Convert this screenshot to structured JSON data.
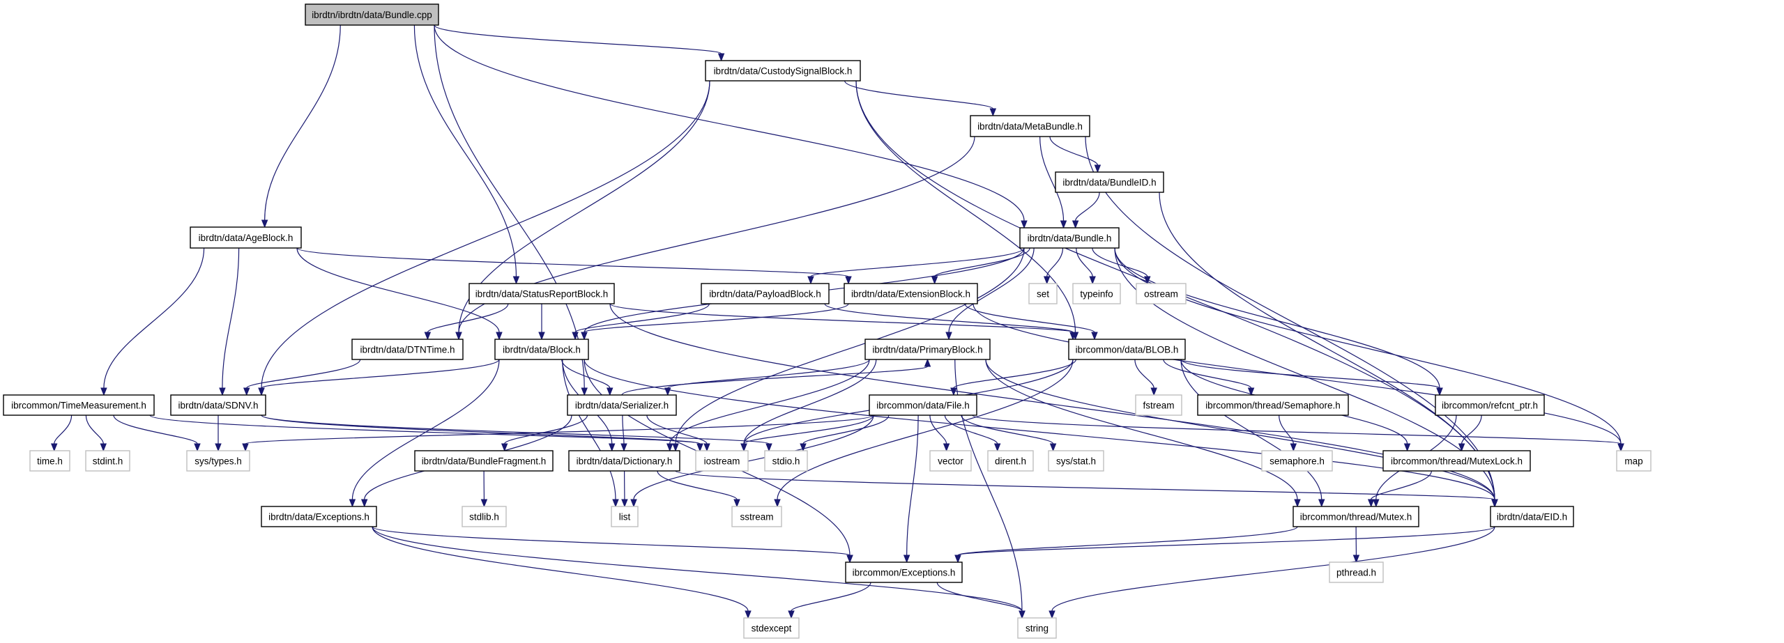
{
  "title": "ibrdtn/ibrdtn/data/Bundle.cpp include dependency graph",
  "colors": {
    "edge": "#191970",
    "root_fill": "#bfbfbf",
    "node_border": "#000000",
    "system_border": "#bfbfbf"
  },
  "nodes": [
    {
      "id": "root",
      "label": "ibrdtn/ibrdtn/data/Bundle.cpp",
      "kind": "root"
    },
    {
      "id": "custody",
      "label": "ibrdtn/data/CustodySignalBlock.h",
      "kind": "local"
    },
    {
      "id": "metabundle",
      "label": "ibrdtn/data/MetaBundle.h",
      "kind": "local"
    },
    {
      "id": "bundleid",
      "label": "ibrdtn/data/BundleID.h",
      "kind": "local"
    },
    {
      "id": "bundle",
      "label": "ibrdtn/data/Bundle.h",
      "kind": "local"
    },
    {
      "id": "ageblock",
      "label": "ibrdtn/data/AgeBlock.h",
      "kind": "local"
    },
    {
      "id": "statusreport",
      "label": "ibrdtn/data/StatusReportBlock.h",
      "kind": "local"
    },
    {
      "id": "payload",
      "label": "ibrdtn/data/PayloadBlock.h",
      "kind": "local"
    },
    {
      "id": "extension",
      "label": "ibrdtn/data/ExtensionBlock.h",
      "kind": "local"
    },
    {
      "id": "set",
      "label": "set",
      "kind": "system"
    },
    {
      "id": "typeinfo",
      "label": "typeinfo",
      "kind": "system"
    },
    {
      "id": "ostream",
      "label": "ostream",
      "kind": "system"
    },
    {
      "id": "dtntime",
      "label": "ibrdtn/data/DTNTime.h",
      "kind": "local"
    },
    {
      "id": "block",
      "label": "ibrdtn/data/Block.h",
      "kind": "local"
    },
    {
      "id": "primary",
      "label": "ibrdtn/data/PrimaryBlock.h",
      "kind": "local"
    },
    {
      "id": "blob",
      "label": "ibrcommon/data/BLOB.h",
      "kind": "local"
    },
    {
      "id": "timemeas",
      "label": "ibrcommon/TimeMeasurement.h",
      "kind": "local"
    },
    {
      "id": "sdnv",
      "label": "ibrdtn/data/SDNV.h",
      "kind": "local"
    },
    {
      "id": "serializer",
      "label": "ibrdtn/data/Serializer.h",
      "kind": "local"
    },
    {
      "id": "file",
      "label": "ibrcommon/data/File.h",
      "kind": "local"
    },
    {
      "id": "fstream",
      "label": "fstream",
      "kind": "system"
    },
    {
      "id": "semaphore",
      "label": "ibrcommon/thread/Semaphore.h",
      "kind": "local"
    },
    {
      "id": "refcnt",
      "label": "ibrcommon/refcnt_ptr.h",
      "kind": "local"
    },
    {
      "id": "timeh",
      "label": "time.h",
      "kind": "system"
    },
    {
      "id": "stdint",
      "label": "stdint.h",
      "kind": "system"
    },
    {
      "id": "systypes",
      "label": "sys/types.h",
      "kind": "system"
    },
    {
      "id": "fragment",
      "label": "ibrdtn/data/BundleFragment.h",
      "kind": "local"
    },
    {
      "id": "dictionary",
      "label": "ibrdtn/data/Dictionary.h",
      "kind": "local"
    },
    {
      "id": "iostream",
      "label": "iostream",
      "kind": "system"
    },
    {
      "id": "stdio",
      "label": "stdio.h",
      "kind": "system"
    },
    {
      "id": "vector",
      "label": "vector",
      "kind": "system"
    },
    {
      "id": "dirent",
      "label": "dirent.h",
      "kind": "system"
    },
    {
      "id": "sysstat",
      "label": "sys/stat.h",
      "kind": "system"
    },
    {
      "id": "semaphoreh",
      "label": "semaphore.h",
      "kind": "system"
    },
    {
      "id": "mutexlock",
      "label": "ibrcommon/thread/MutexLock.h",
      "kind": "local"
    },
    {
      "id": "map",
      "label": "map",
      "kind": "system"
    },
    {
      "id": "dtnexceptions",
      "label": "ibrdtn/data/Exceptions.h",
      "kind": "local"
    },
    {
      "id": "stdlib",
      "label": "stdlib.h",
      "kind": "system"
    },
    {
      "id": "list",
      "label": "list",
      "kind": "system"
    },
    {
      "id": "sstream",
      "label": "sstream",
      "kind": "system"
    },
    {
      "id": "mutex",
      "label": "ibrcommon/thread/Mutex.h",
      "kind": "local"
    },
    {
      "id": "eid",
      "label": "ibrdtn/data/EID.h",
      "kind": "local"
    },
    {
      "id": "pthread",
      "label": "pthread.h",
      "kind": "system"
    },
    {
      "id": "commonexceptions",
      "label": "ibrcommon/Exceptions.h",
      "kind": "local"
    },
    {
      "id": "stdexcept",
      "label": "stdexcept",
      "kind": "system"
    },
    {
      "id": "string",
      "label": "string",
      "kind": "system"
    }
  ],
  "edges": [
    [
      "root",
      "custody"
    ],
    [
      "root",
      "ageblock"
    ],
    [
      "root",
      "statusreport"
    ],
    [
      "root",
      "serializer"
    ],
    [
      "root",
      "bundle"
    ],
    [
      "custody",
      "metabundle"
    ],
    [
      "custody",
      "dtntime"
    ],
    [
      "custody",
      "sdnv"
    ],
    [
      "custody",
      "blob"
    ],
    [
      "custody",
      "eid"
    ],
    [
      "metabundle",
      "bundleid"
    ],
    [
      "metabundle",
      "bundle"
    ],
    [
      "metabundle",
      "dtntime"
    ],
    [
      "metabundle",
      "eid"
    ],
    [
      "bundleid",
      "bundle"
    ],
    [
      "bundleid",
      "eid"
    ],
    [
      "bundle",
      "block"
    ],
    [
      "bundle",
      "payload"
    ],
    [
      "bundle",
      "extension"
    ],
    [
      "bundle",
      "primary"
    ],
    [
      "bundle",
      "set"
    ],
    [
      "bundle",
      "typeinfo"
    ],
    [
      "bundle",
      "ostream"
    ],
    [
      "bundle",
      "refcnt"
    ],
    [
      "bundle",
      "map"
    ],
    [
      "bundle",
      "eid"
    ],
    [
      "bundle",
      "dictionary"
    ],
    [
      "ageblock",
      "timemeas"
    ],
    [
      "ageblock",
      "sdnv"
    ],
    [
      "ageblock",
      "block"
    ],
    [
      "ageblock",
      "extension"
    ],
    [
      "statusreport",
      "block"
    ],
    [
      "statusreport",
      "dtntime"
    ],
    [
      "statusreport",
      "blob"
    ],
    [
      "statusreport",
      "eid"
    ],
    [
      "payload",
      "block"
    ],
    [
      "payload",
      "blob"
    ],
    [
      "extension",
      "block"
    ],
    [
      "extension",
      "blob"
    ],
    [
      "extension",
      "map"
    ],
    [
      "dtntime",
      "sdnv"
    ],
    [
      "block",
      "sdnv"
    ],
    [
      "block",
      "serializer"
    ],
    [
      "block",
      "dictionary"
    ],
    [
      "block",
      "dtnexceptions"
    ],
    [
      "block",
      "list"
    ],
    [
      "block",
      "commonexceptions"
    ],
    [
      "block",
      "eid"
    ],
    [
      "timemeas",
      "timeh"
    ],
    [
      "timemeas",
      "stdint"
    ],
    [
      "timemeas",
      "systypes"
    ],
    [
      "timemeas",
      "iostream"
    ],
    [
      "sdnv",
      "systypes"
    ],
    [
      "sdnv",
      "iostream"
    ],
    [
      "sdnv",
      "stdio"
    ],
    [
      "serializer",
      "dictionary"
    ],
    [
      "serializer",
      "iostream"
    ],
    [
      "serializer",
      "fragment"
    ],
    [
      "serializer",
      "dtnexceptions"
    ],
    [
      "serializer",
      "primary"
    ],
    [
      "primary",
      "serializer"
    ],
    [
      "primary",
      "dictionary"
    ],
    [
      "primary",
      "iostream"
    ],
    [
      "primary",
      "mutex"
    ],
    [
      "primary",
      "eid"
    ],
    [
      "primary",
      "string"
    ],
    [
      "blob",
      "file"
    ],
    [
      "blob",
      "fstream"
    ],
    [
      "blob",
      "semaphore"
    ],
    [
      "blob",
      "refcnt"
    ],
    [
      "blob",
      "mutexlock"
    ],
    [
      "blob",
      "mutex"
    ],
    [
      "blob",
      "iostream"
    ],
    [
      "blob",
      "sstream"
    ],
    [
      "file",
      "iostream"
    ],
    [
      "file",
      "stdio"
    ],
    [
      "file",
      "vector"
    ],
    [
      "file",
      "dirent"
    ],
    [
      "file",
      "sysstat"
    ],
    [
      "file",
      "list"
    ],
    [
      "file",
      "commonexceptions"
    ],
    [
      "file",
      "systypes"
    ],
    [
      "file",
      "map"
    ],
    [
      "semaphore",
      "semaphoreh"
    ],
    [
      "refcnt",
      "mutexlock"
    ],
    [
      "refcnt",
      "mutex"
    ],
    [
      "mutexlock",
      "mutex"
    ],
    [
      "mutex",
      "pthread"
    ],
    [
      "mutex",
      "commonexceptions"
    ],
    [
      "fragment",
      "stdlib"
    ],
    [
      "dictionary",
      "list"
    ],
    [
      "dictionary",
      "sstream"
    ],
    [
      "dictionary",
      "eid"
    ],
    [
      "dtnexceptions",
      "commonexceptions"
    ],
    [
      "dtnexceptions",
      "stdexcept"
    ],
    [
      "dtnexceptions",
      "string"
    ],
    [
      "commonexceptions",
      "stdexcept"
    ],
    [
      "commonexceptions",
      "string"
    ],
    [
      "eid",
      "commonexceptions"
    ],
    [
      "eid",
      "string"
    ]
  ]
}
